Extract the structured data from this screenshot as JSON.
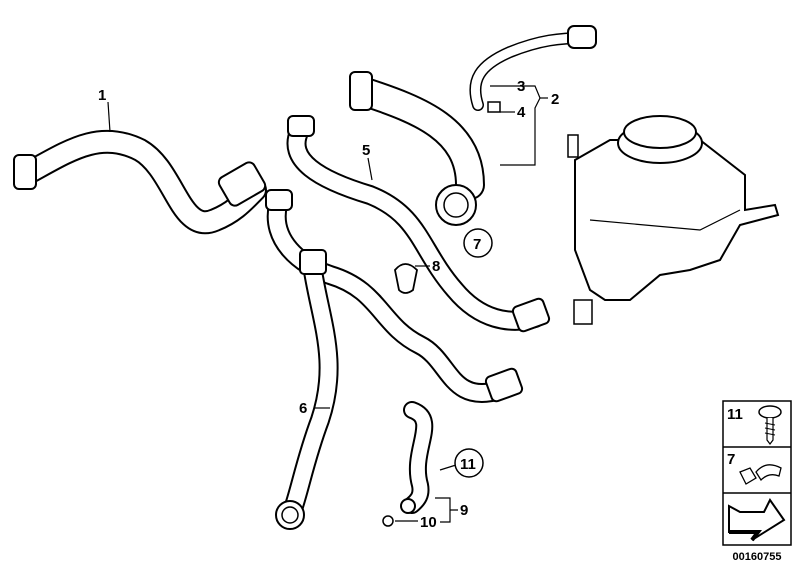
{
  "callouts": {
    "p1": "1",
    "p2": "2",
    "p3": "3",
    "p4": "4",
    "p5": "5",
    "p6": "6",
    "p7": "7",
    "p8": "8",
    "p9": "9",
    "p10": "10",
    "p11": "11"
  },
  "legend": {
    "item1": "11",
    "item2": "7"
  },
  "diagram_id": "00160755"
}
